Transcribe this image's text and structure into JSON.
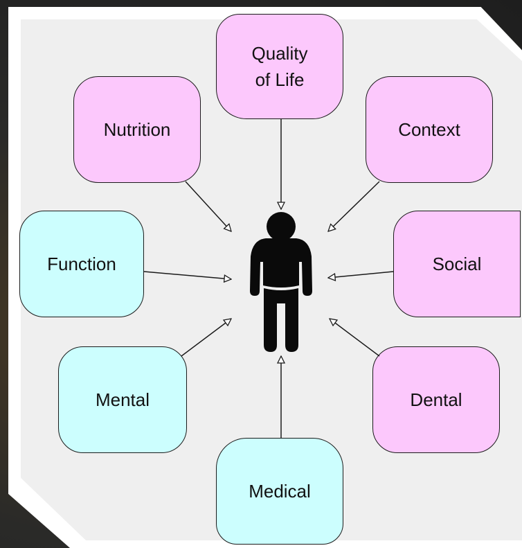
{
  "center": {
    "icon": "person-icon"
  },
  "colors": {
    "pink": "#fcc8fc",
    "cyan": "#ccfefe",
    "stroke": "#1a1a1a"
  },
  "nodes": {
    "quality_of_life": {
      "line1": "Quality",
      "line2": "of Life"
    },
    "nutrition": "Nutrition",
    "context": "Context",
    "function": "Function",
    "social": "Social",
    "mental": "Mental",
    "dental": "Dental",
    "medical": "Medical"
  }
}
